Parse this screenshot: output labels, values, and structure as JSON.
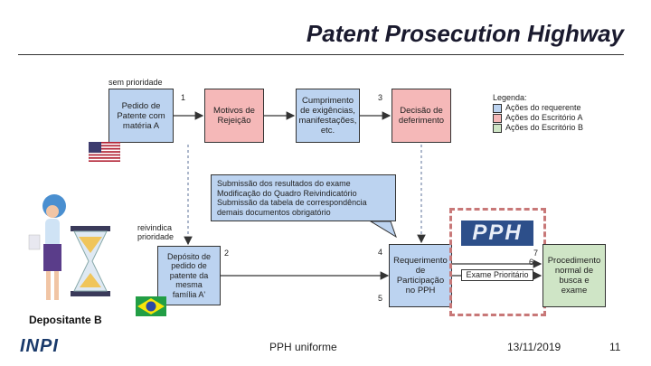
{
  "header": {
    "title": "Patent Prosecution Highway"
  },
  "diagram": {
    "label_sem_prioridade": "sem prioridade",
    "label_reivindica": "reivindica\nprioridade",
    "box_pedido_a": "Pedido de\nPatente com\nmatéria A",
    "box_motivos": "Motivos de\nRejeição",
    "box_cumprimento": "Cumprimento\nde exigências,\nmanifestações,\netc.",
    "box_decisao": "Decisão de\ndeferimento",
    "box_deposito": "Depósito de\npedido de\npatente da\nmesma\nfamília A'",
    "box_requerimento": "Requerimento\nde\nParticipação\nno PPH",
    "box_procedimento": "Procedimento\nnormal de\nbusca e\nexame",
    "exame_prioritario": "Exame Prioritário",
    "callout_lines": [
      "Submissão dos resultados do exame",
      "Modificação do Quadro Reivindicatório",
      "Submissão da tabela de correspondência",
      "demais documentos obrigatório"
    ],
    "numbers": {
      "n1": "1",
      "n2": "2",
      "n3": "3",
      "n4": "4",
      "n5": "5",
      "n6": "6",
      "n7": "7"
    },
    "pph_logo": "PPH",
    "depositante": "Depositante B"
  },
  "legend": {
    "title": "Legenda:",
    "items": [
      {
        "label": "Ações do requerente",
        "color": "#bcd3f0"
      },
      {
        "label": "Ações do Escritório A",
        "color": "#f5b8b8"
      },
      {
        "label": "Ações do Escritório B",
        "color": "#cfe5c6"
      }
    ]
  },
  "footer": {
    "logo": "INPI",
    "center": "PPH uniforme",
    "date": "13/11/2019",
    "page": "11"
  }
}
